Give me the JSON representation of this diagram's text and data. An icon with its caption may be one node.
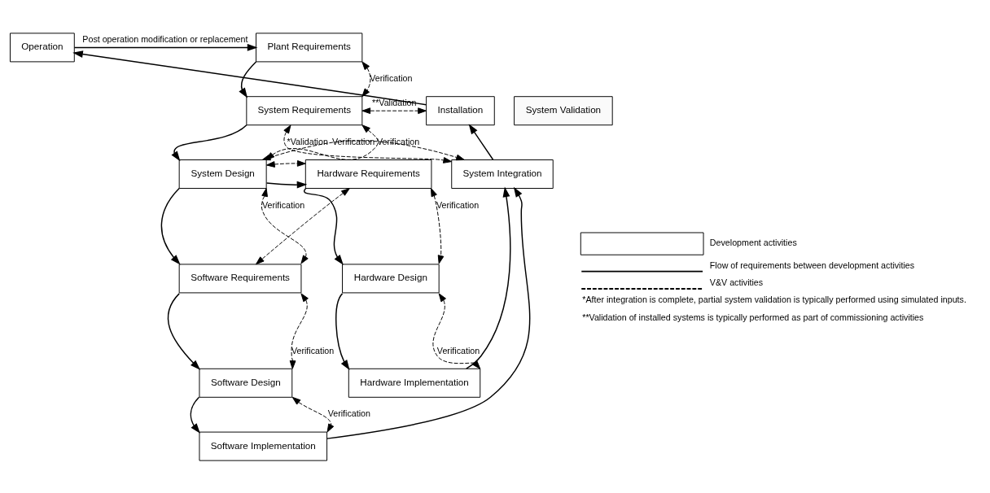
{
  "diagram": {
    "nodes": [
      {
        "text": [
          "Plant Requirements"
        ]
      },
      {
        "text": [
          "System Validation"
        ]
      },
      {
        "text": [
          "Operation"
        ]
      },
      {
        "text": [
          "Installation"
        ]
      },
      {
        "text": [
          "System Requirements"
        ]
      },
      {
        "text": [
          "System Integration"
        ]
      },
      {
        "text": [
          "System Design"
        ]
      },
      {
        "text": [
          "Hardware Requirements"
        ]
      },
      {
        "text": [
          "Software Requirements"
        ]
      },
      {
        "text": [
          "Hardware Design"
        ]
      },
      {
        "text": [
          "Hardware Implementation"
        ]
      },
      {
        "text": [
          "Software Design"
        ]
      },
      {
        "text": [
          "Software Implementation"
        ]
      }
    ],
    "edges": [
      {
        "from": 2,
        "to": 0,
        "arrow": "to",
        "label": "Post operation modification or replacement"
      },
      {
        "from": 0,
        "to": 4,
        "arrow": "to"
      },
      {
        "from": 0,
        "to": 4,
        "arrow": "both",
        "style": "dashed",
        "label": "Verification"
      },
      {
        "from": 4,
        "to": 3,
        "arrow": "both",
        "style": "dashed",
        "label": "**Validation"
      },
      {
        "from": 4,
        "to": 5,
        "arrow": "both",
        "style": "dashed",
        "label": "*Validation"
      },
      {
        "from": 4,
        "to": 6,
        "arrow": "to"
      },
      {
        "from": 4,
        "to": 6,
        "arrow": "both",
        "style": "dashed",
        "label": "Verification"
      },
      {
        "from": 6,
        "to": 5,
        "arrow": "both",
        "style": "dashed",
        "label": "Verification"
      },
      {
        "from": 6,
        "to": 7,
        "arrow": "to"
      },
      {
        "from": 6,
        "to": 7,
        "arrow": "both",
        "style": "dashed"
      },
      {
        "from": 6,
        "to": 8,
        "arrow": "to"
      },
      {
        "from": 6,
        "to": 8,
        "arrow": "both",
        "style": "dashed",
        "label": "Verification"
      },
      {
        "from": 7,
        "to": 8,
        "arrow": "both",
        "style": "dashed"
      },
      {
        "from": 7,
        "to": 9,
        "arrow": "to"
      },
      {
        "from": 7,
        "to": 9,
        "arrow": "both",
        "style": "dashed",
        "label": "Verification"
      },
      {
        "from": 9,
        "to": 10,
        "arrow": "to"
      },
      {
        "from": 9,
        "to": 10,
        "arrow": "both",
        "style": "dashed",
        "label": "Verification"
      },
      {
        "from": 8,
        "to": 11,
        "arrow": "to"
      },
      {
        "from": 8,
        "to": 11,
        "arrow": "both",
        "style": "dashed",
        "label": "Verification"
      },
      {
        "from": 11,
        "to": 12,
        "arrow": "to"
      },
      {
        "from": 11,
        "to": 12,
        "arrow": "both",
        "style": "dashed",
        "label": "Verification"
      },
      {
        "from": 10,
        "to": 5,
        "arrow": "to"
      },
      {
        "from": 12,
        "to": 5,
        "arrow": "to"
      },
      {
        "from": 5,
        "to": 3,
        "arrow": "to"
      },
      {
        "from": 3,
        "to": 2,
        "arrow": "to"
      }
    ],
    "labels": [
      "*After integration is complete, partial system validation is typically performed using simulated inputs.",
      "**Validation of installed systems is typically performed as part of commissioning activities"
    ],
    "legend": [
      {
        "text": "Development activities"
      },
      {
        "text": "Flow of requirements between development activities"
      },
      {
        "text": "V&V activities"
      }
    ]
  }
}
